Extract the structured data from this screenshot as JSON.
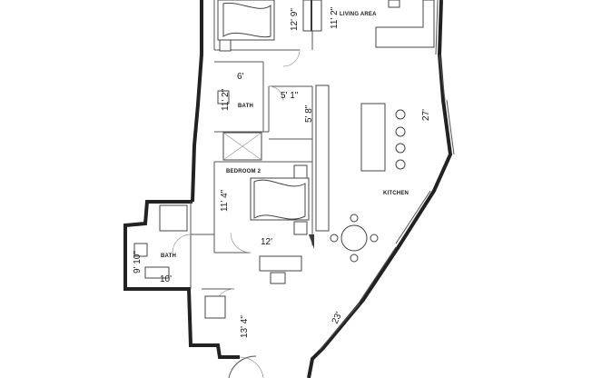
{
  "rooms": {
    "living_area": "LIVING AREA",
    "bath_upper": "BATH",
    "bedroom_2": "BEDROOM 2",
    "kitchen": "KITCHEN",
    "bath_lower": "BATH"
  },
  "dimensions": {
    "bedroom1_width": "12' 9\"",
    "living_depth": "11' 2\"",
    "closet_depth": "6'",
    "bath_upper_length": "11' 2\"",
    "closet_width": "5' 1\"",
    "closet_depth_2": "5' 8\"",
    "kitchen_length": "27'",
    "bedroom2_length": "11' 4\"",
    "bedroom2_width": "12'",
    "bath_lower_length": "9' 10\"",
    "bath_lower_width": "10'",
    "entry_length": "13' 4\"",
    "diagonal_wall": "23'"
  }
}
